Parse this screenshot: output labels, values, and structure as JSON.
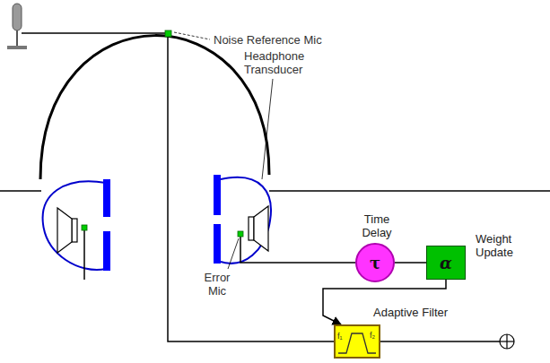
{
  "diagram": {
    "nodes": [
      {
        "text": [
          "Time Delay",
          "τ"
        ]
      },
      {
        "text": [
          "α",
          "Weight Update"
        ]
      },
      {
        "text": [
          "Adaptive Filter"
        ]
      }
    ],
    "edges": [
      {
        "from": 0,
        "to": 1,
        "arrow": "none"
      },
      {
        "from": 1,
        "to": 2,
        "arrow": "to"
      }
    ],
    "labels": [
      "Noise Reference Mic",
      "Headphone Transducer",
      "Error Mic",
      "f₁",
      "f₂"
    ]
  }
}
